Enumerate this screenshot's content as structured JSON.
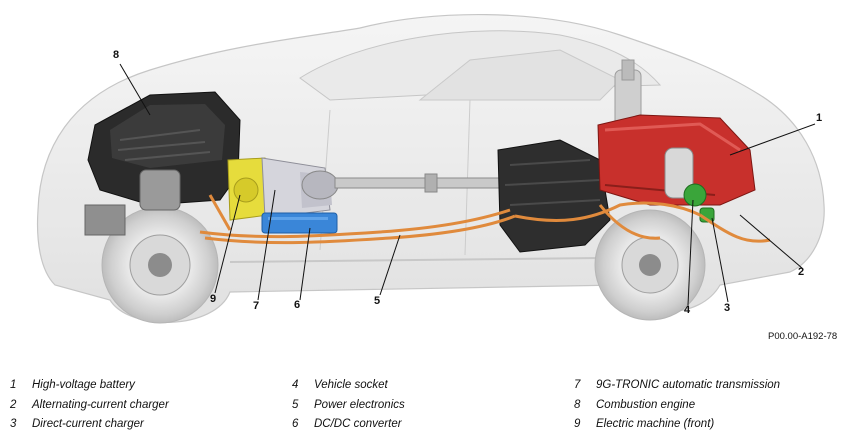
{
  "callouts": [
    "1",
    "2",
    "3",
    "4",
    "5",
    "6",
    "7",
    "8",
    "9"
  ],
  "figure_ref": "P00.00-A192-78",
  "legend": [
    {
      "num": "1",
      "label": "High-voltage battery"
    },
    {
      "num": "2",
      "label": "Alternating-current charger"
    },
    {
      "num": "3",
      "label": "Direct-current charger"
    },
    {
      "num": "4",
      "label": "Vehicle socket"
    },
    {
      "num": "5",
      "label": "Power electronics"
    },
    {
      "num": "6",
      "label": "DC/DC converter"
    },
    {
      "num": "7",
      "label": "9G-TRONIC automatic transmission"
    },
    {
      "num": "8",
      "label": "Combustion engine"
    },
    {
      "num": "9",
      "label": "Electric machine (front)"
    }
  ],
  "colors": {
    "battery": "#c8302c",
    "charger_green": "#3aa53a",
    "dcdc_blue": "#3a86d8",
    "electric_machine_yellow": "#e6dc3c",
    "hv_cable_orange": "#e08a3c",
    "engine_dark": "#2b2b2b"
  }
}
